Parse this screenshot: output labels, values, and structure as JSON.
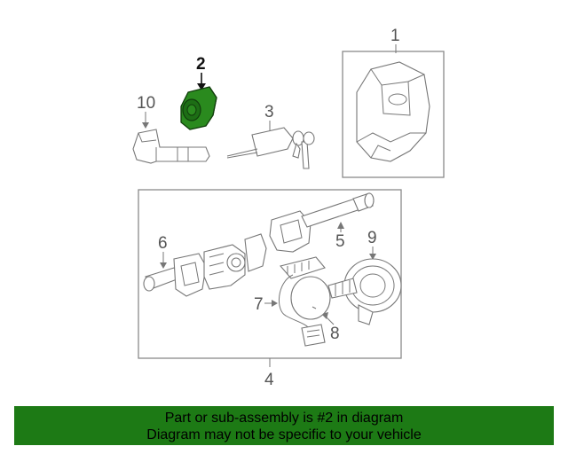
{
  "callouts": {
    "c1": "1",
    "c2": "2",
    "c3": "3",
    "c4": "4",
    "c5": "5",
    "c6": "6",
    "c7": "7",
    "c8": "8",
    "c9": "9",
    "c10": "10"
  },
  "highlight": {
    "part": "2",
    "color": "#1d7a15"
  },
  "banner": {
    "line1": "Part or sub-assembly is #2 in diagram",
    "line2": "Diagram may not be specific to your vehicle",
    "color": "#1d7a15"
  }
}
